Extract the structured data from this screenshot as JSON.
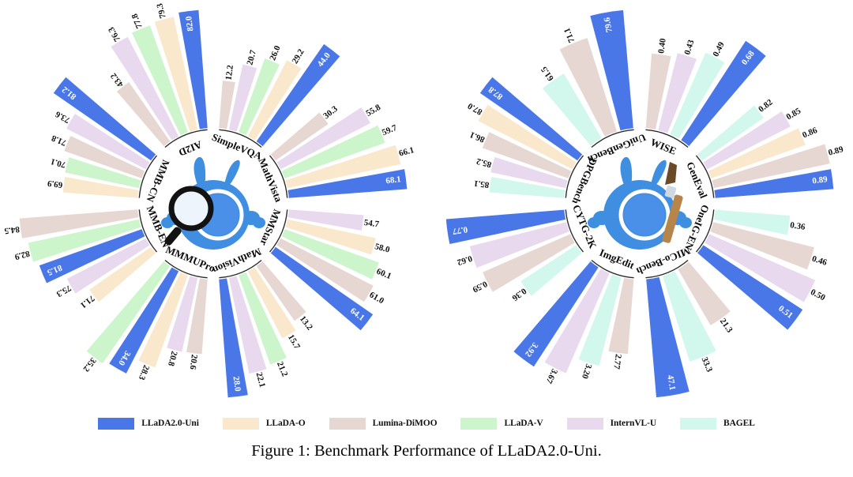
{
  "figure": {
    "caption": "Figure 1: Benchmark Performance of LLaDA2.0-Uni."
  },
  "legend": {
    "items": [
      {
        "label": "LLaDA2.0-Uni",
        "color": "#4a77e8"
      },
      {
        "label": "LLaDA-O",
        "color": "#fae8cd"
      },
      {
        "label": "Lumina-DiMOO",
        "color": "#e7d7d3"
      },
      {
        "label": "LLaDA-V",
        "color": "#ccf5cc"
      },
      {
        "label": "InternVL-U",
        "color": "#e8d9ee"
      },
      {
        "label": "BAGEL",
        "color": "#d2f7ec"
      }
    ]
  },
  "colors": {
    "LLaDA2.0-Uni": "#4a77e8",
    "LLaDA-O": "#fae8cd",
    "Lumina-DiMOO": "#e7d7d3",
    "LLaDA-V": "#ccf5cc",
    "InternVL-U": "#e8d9ee",
    "BAGEL": "#d2f7ec"
  },
  "chart_data": [
    {
      "type": "bar",
      "layout": "radial",
      "title": "",
      "panel": "understanding",
      "legend_position": "bottom",
      "categories": [
        "SimpleVQA",
        "MathVista",
        "MMStar",
        "MathVision",
        "MMMUPro",
        "MMB-EN",
        "MMB-CN",
        "AI2D"
      ],
      "groups": [
        {
          "category": "SimpleVQA",
          "bars": [
            {
              "model": "Lumina-DiMOO",
              "value": "12.2"
            },
            {
              "model": "InternVL-U",
              "value": "20.7"
            },
            {
              "model": "LLaDA-V",
              "value": "26.0"
            },
            {
              "model": "LLaDA-O",
              "value": "29.2"
            },
            {
              "model": "LLaDA2.0-Uni",
              "value": "44.0"
            }
          ]
        },
        {
          "category": "MathVista",
          "bars": [
            {
              "model": "Lumina-DiMOO",
              "value": "30.3"
            },
            {
              "model": "InternVL-U",
              "value": "55.8"
            },
            {
              "model": "LLaDA-V",
              "value": "59.7"
            },
            {
              "model": "LLaDA-O",
              "value": "66.1"
            },
            {
              "model": "LLaDA2.0-Uni",
              "value": "68.1"
            }
          ]
        },
        {
          "category": "MMStar",
          "bars": [
            {
              "model": "InternVL-U",
              "value": "54.7"
            },
            {
              "model": "LLaDA-O",
              "value": "58.0"
            },
            {
              "model": "LLaDA-V",
              "value": "60.1"
            },
            {
              "model": "Lumina-DiMOO",
              "value": "61.0"
            },
            {
              "model": "LLaDA2.0-Uni",
              "value": "64.1"
            }
          ]
        },
        {
          "category": "MathVision",
          "bars": [
            {
              "model": "Lumina-DiMOO",
              "value": "13.2"
            },
            {
              "model": "LLaDA-O",
              "value": "15.7"
            },
            {
              "model": "LLaDA-V",
              "value": "21.2"
            },
            {
              "model": "InternVL-U",
              "value": "22.1"
            },
            {
              "model": "LLaDA2.0-Uni",
              "value": "28.0"
            }
          ]
        },
        {
          "category": "MMMUPro",
          "bars": [
            {
              "model": "Lumina-DiMOO",
              "value": "20.6"
            },
            {
              "model": "InternVL-U",
              "value": "20.8"
            },
            {
              "model": "LLaDA-O",
              "value": "28.3"
            },
            {
              "model": "LLaDA2.0-Uni",
              "value": "34.0"
            },
            {
              "model": "LLaDA-V",
              "value": "35.2"
            }
          ]
        },
        {
          "category": "MMB-EN",
          "bars": [
            {
              "model": "LLaDA-O",
              "value": "71.1"
            },
            {
              "model": "InternVL-U",
              "value": "75.3"
            },
            {
              "model": "LLaDA2.0-Uni",
              "value": "81.5"
            },
            {
              "model": "LLaDA-V",
              "value": "82.9"
            },
            {
              "model": "Lumina-DiMOO",
              "value": "84.5"
            }
          ]
        },
        {
          "category": "MMB-CN",
          "bars": [
            {
              "model": "LLaDA-O",
              "value": "69.9"
            },
            {
              "model": "LLaDA-V",
              "value": "70.1"
            },
            {
              "model": "Lumina-DiMOO",
              "value": "71.8"
            },
            {
              "model": "InternVL-U",
              "value": "73.6"
            },
            {
              "model": "LLaDA2.0-Uni",
              "value": "81.2"
            }
          ]
        },
        {
          "category": "AI2D",
          "bars": [
            {
              "model": "Lumina-DiMOO",
              "value": "43.2"
            },
            {
              "model": "InternVL-U",
              "value": "76.3"
            },
            {
              "model": "LLaDA-V",
              "value": "77.8"
            },
            {
              "model": "LLaDA-O",
              "value": "79.3"
            },
            {
              "model": "LLaDA2.0-Uni",
              "value": "82.0"
            }
          ]
        }
      ]
    },
    {
      "type": "bar",
      "layout": "radial",
      "title": "",
      "panel": "generation",
      "legend_position": "bottom",
      "categories": [
        "WISE",
        "GenEval",
        "OneIG-EN",
        "MICo-Bench",
        "ImgEdit",
        "CYTG-2K",
        "DPGBench",
        "UniGenBench"
      ],
      "groups": [
        {
          "category": "WISE",
          "bars": [
            {
              "model": "Lumina-DiMOO",
              "value": "0.40"
            },
            {
              "model": "InternVL-U",
              "value": "0.43"
            },
            {
              "model": "BAGEL",
              "value": "0.49"
            },
            {
              "model": "LLaDA2.0-Uni",
              "value": "0.68"
            }
          ]
        },
        {
          "category": "GenEval",
          "bars": [
            {
              "model": "BAGEL",
              "value": "0.82"
            },
            {
              "model": "InternVL-U",
              "value": "0.85"
            },
            {
              "model": "LLaDA-O",
              "value": "0.86"
            },
            {
              "model": "Lumina-DiMOO",
              "value": "0.89"
            },
            {
              "model": "LLaDA2.0-Uni",
              "value": "0.89"
            }
          ]
        },
        {
          "category": "OneIG-EN",
          "bars": [
            {
              "model": "BAGEL",
              "value": "0.36"
            },
            {
              "model": "Lumina-DiMOO",
              "value": "0.46"
            },
            {
              "model": "InternVL-U",
              "value": "0.50"
            },
            {
              "model": "LLaDA2.0-Uni",
              "value": "0.51"
            }
          ]
        },
        {
          "category": "MICo-Bench",
          "bars": [
            {
              "model": "Lumina-DiMOO",
              "value": "21.3"
            },
            {
              "model": "BAGEL",
              "value": "33.3"
            },
            {
              "model": "LLaDA2.0-Uni",
              "value": "47.1"
            }
          ]
        },
        {
          "category": "ImgEdit",
          "bars": [
            {
              "model": "Lumina-DiMOO",
              "value": "2.77"
            },
            {
              "model": "BAGEL",
              "value": "3.20"
            },
            {
              "model": "InternVL-U",
              "value": "3.67"
            },
            {
              "model": "LLaDA2.0-Uni",
              "value": "3.92"
            }
          ]
        },
        {
          "category": "CYTG-2K",
          "bars": [
            {
              "model": "BAGEL",
              "value": "0.36"
            },
            {
              "model": "Lumina-DiMOO",
              "value": "0.59"
            },
            {
              "model": "InternVL-U",
              "value": "0.62"
            },
            {
              "model": "LLaDA2.0-Uni",
              "value": "0.77"
            }
          ]
        },
        {
          "category": "DPGBench",
          "bars": [
            {
              "model": "BAGEL",
              "value": "85.1"
            },
            {
              "model": "InternVL-U",
              "value": "85.2"
            },
            {
              "model": "Lumina-DiMOO",
              "value": "86.1"
            },
            {
              "model": "LLaDA-O",
              "value": "87.0"
            },
            {
              "model": "LLaDA2.0-Uni",
              "value": "87.8"
            }
          ]
        },
        {
          "category": "UniGenBench",
          "bars": [
            {
              "model": "BAGEL",
              "value": "61.5"
            },
            {
              "model": "Lumina-DiMOO",
              "value": "71.1"
            },
            {
              "model": "LLaDA2.0-Uni",
              "value": "79.6"
            }
          ]
        }
      ]
    }
  ]
}
